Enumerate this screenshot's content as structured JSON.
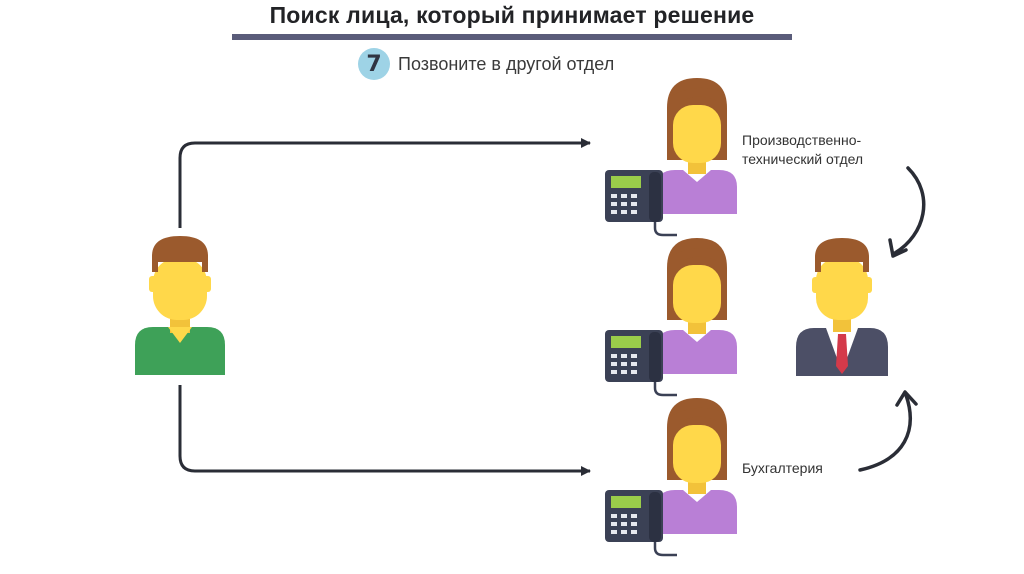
{
  "header": {
    "title": "Поиск лица, который принимает решение",
    "step_number": "7",
    "step_text": "Позвоните в другой отдел"
  },
  "labels": {
    "department_line1": "Производственно-",
    "department_line2": "технический отдел",
    "accounting": "Бухгалтерия"
  },
  "colors": {
    "skin": "#ffd84a",
    "hair": "#9b5a2d",
    "caller_shirt": "#3ea158",
    "woman_shirt": "#b97fd6",
    "manager_suit": "#4c4f66",
    "tie": "#d43a4a",
    "phone": "#3b4155",
    "arrow": "#2a2d36"
  }
}
